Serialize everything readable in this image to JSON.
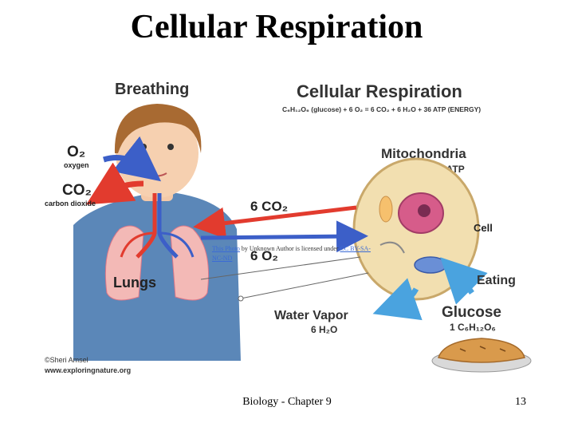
{
  "slide": {
    "title": "Cellular Respiration",
    "footer": "Biology - Chapter 9",
    "page_number": "13"
  },
  "figure": {
    "breathing_title": "Breathing",
    "respiration_title": "Cellular Respiration",
    "equation": "C₆H₁₂O₆ (glucose) + 6 O₂ = 6 CO₂ + 6 H₂O + 36 ATP (ENERGY)",
    "o2_symbol": "O₂",
    "o2_word": "oxygen",
    "co2_symbol": "CO₂",
    "co2_word": "carbon dioxide",
    "lungs": "Lungs",
    "mitochondria": "Mitochondria",
    "energy": "Energy - 36 ATP",
    "six_co2": "6 CO₂",
    "six_o2": "6 O₂",
    "cell": "Cell",
    "eating": "Eating",
    "glucose": "Glucose",
    "glucose_formula": "1 C₆H₁₂O₆",
    "water_vapor": "Water Vapor",
    "water_formula": "6 H₂O",
    "copyright": "©Sheri Amsel",
    "website": "www.exploringnature.org"
  },
  "attribution": {
    "link_text": "This Photo",
    "middle_text": " by Unknown Author is licensed under ",
    "license_part1": "CC BY-SA-",
    "license_part2": "NC-ND"
  },
  "colors": {
    "red_arrow": "#e23b2e",
    "blue_arrow": "#3c5fc8",
    "shirt": "#5b87b8",
    "cell_fill": "#f2dfb0"
  }
}
